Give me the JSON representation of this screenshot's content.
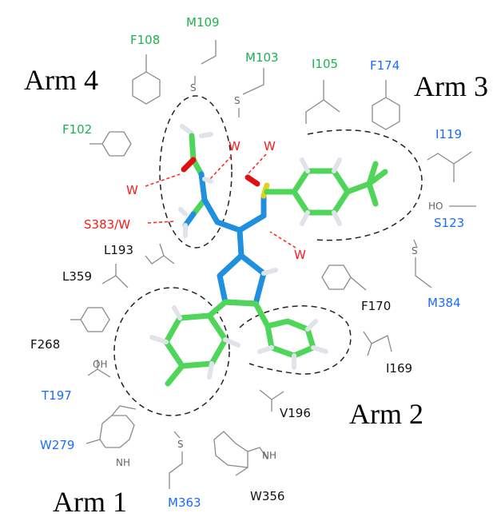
{
  "arms": [
    "Arm 1",
    "Arm 2",
    "Arm 3",
    "Arm 4"
  ],
  "residues": {
    "F108": "F108",
    "M109": "M109",
    "M103": "M103",
    "I105": "I105",
    "F174": "F174",
    "F102": "F102",
    "I119": "I119",
    "S123": "S123",
    "M384": "M384",
    "F170": "F170",
    "I169": "I169",
    "V196": "V196",
    "W356": "W356",
    "M363": "M363",
    "W279": "W279",
    "T197": "T197",
    "F268": "F268",
    "L359": "L359",
    "L193": "L193",
    "S383W": "S383/W"
  },
  "waters": [
    "W",
    "W",
    "W",
    "W"
  ],
  "atoms": {
    "S": "S",
    "HO": "HO",
    "OH": "OH",
    "NH": "NH"
  },
  "colors": {
    "arm4_green": "#1db34f",
    "blue": "#1a6cff",
    "water_red": "#ff1a1a",
    "carbon": "#4fd65a",
    "nitrogen": "#1f8fe0"
  }
}
